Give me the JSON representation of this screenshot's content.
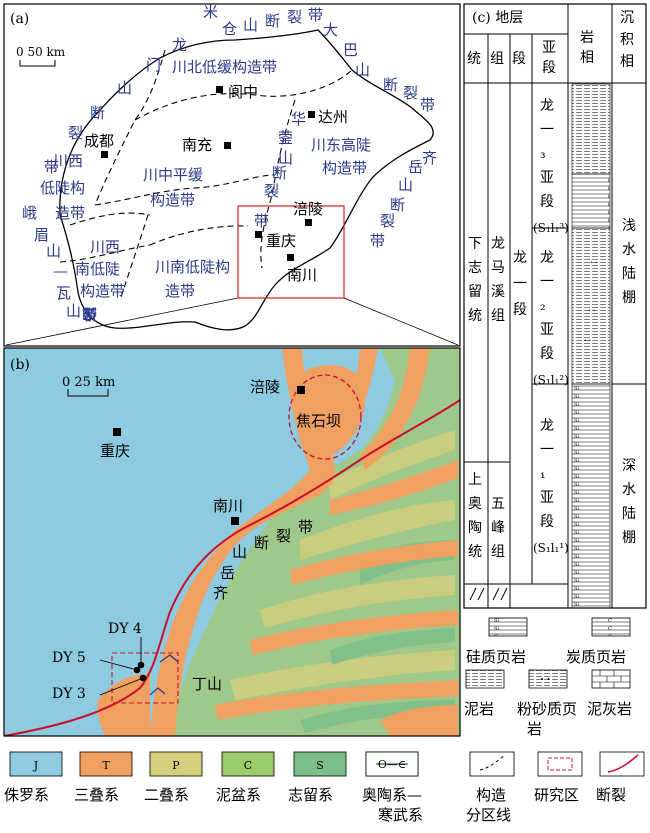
{
  "panel_a": {
    "label": "(a)",
    "scale_label": "0  50 km",
    "faults": [
      "龙门山断裂带",
      "米仓山断裂带",
      "大巴山断裂带",
      "华蓥山断裂带",
      "齐岳山断裂带",
      "峨眉山—瓦山断裂带"
    ],
    "zones": [
      "川北低缓构造带",
      "川西低陡构造带",
      "川中平缓构造带",
      "川东高陡构造带",
      "川西南低陡构造带",
      "川南低陡构造带"
    ],
    "cities": [
      "阆中",
      "达州",
      "成都",
      "南充",
      "涪陵",
      "重庆",
      "南川"
    ]
  },
  "panel_b": {
    "label": "(b)",
    "scale_label": "0     25 km",
    "cities": [
      "涪陵",
      "重庆",
      "南川"
    ],
    "area": "焦石坝",
    "fault": "齐岳山断裂带",
    "wells": [
      "DY 4",
      "DY 5",
      "DY 3"
    ],
    "mountain": "丁山"
  },
  "panel_c": {
    "label": "(c) 地层",
    "headers": [
      "统",
      "组",
      "段",
      "亚段",
      "岩相",
      "沉积相"
    ],
    "series": [
      "下志留统",
      "上奥陶统"
    ],
    "formations": [
      "龙马溪组",
      "五峰组"
    ],
    "member": "龙一段",
    "submembers": [
      {
        "name": "龙一₃亚段",
        "code": "(S₁l₁³)"
      },
      {
        "name": "龙一₂亚段",
        "code": "(S₁l₁²)"
      },
      {
        "name": "龙一₁亚段",
        "code": "(S₁l₁¹)"
      }
    ],
    "facies": [
      "浅水陆棚",
      "深水陆棚"
    ]
  },
  "lith_legend": [
    "硅质页岩",
    "炭质页岩",
    "泥岩",
    "粉砂质页岩",
    "泥灰岩"
  ],
  "bottom_legend": [
    {
      "code": "J",
      "label": "侏罗系",
      "color": "#8ecbe0"
    },
    {
      "code": "T",
      "label": "三叠系",
      "color": "#f0a060"
    },
    {
      "code": "P",
      "label": "二叠系",
      "color": "#d4cf7a"
    },
    {
      "code": "C",
      "label": "泥盆系",
      "color": "#9ccc6a"
    },
    {
      "code": "S",
      "label": "志留系",
      "color": "#7cbf8a"
    },
    {
      "code": "O—∈",
      "label": "奥陶系—寒武系",
      "color": "#a8cf78"
    },
    {
      "label": "构造分区线"
    },
    {
      "label": "研究区"
    },
    {
      "label": "断裂"
    }
  ]
}
